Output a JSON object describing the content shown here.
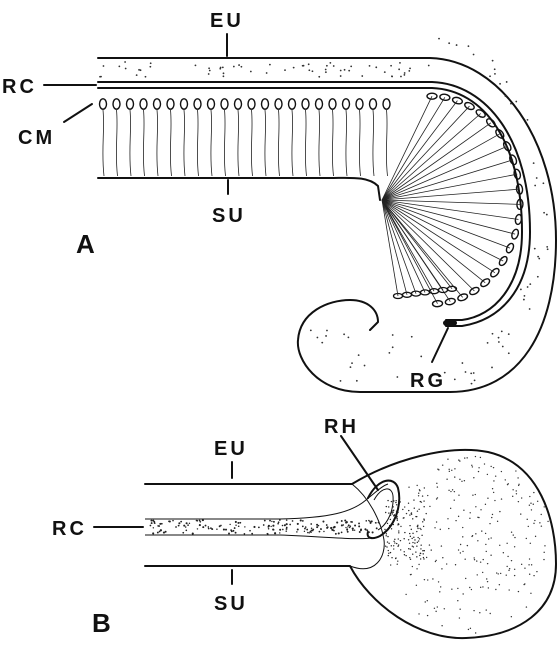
{
  "panels": [
    {
      "id": "A",
      "labels": {
        "eu": "EU",
        "rc": "RC",
        "cm": "CM",
        "su": "SU",
        "rg": "RG"
      }
    },
    {
      "id": "B",
      "labels": {
        "eu": "EU",
        "rh": "RH",
        "rc": "RC",
        "su": "SU"
      }
    }
  ]
}
